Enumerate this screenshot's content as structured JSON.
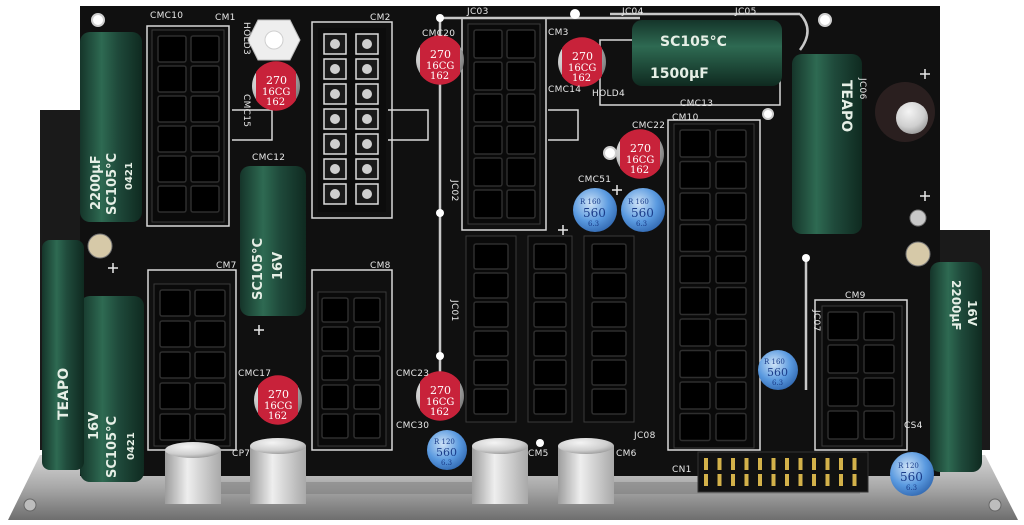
{
  "board": {
    "connectors": [
      {
        "id": "cm1",
        "label": "CM1",
        "pins": 12
      },
      {
        "id": "cm2",
        "label": "CM2",
        "pins": 14
      },
      {
        "id": "cm3",
        "label": "CM3",
        "pins": 12
      },
      {
        "id": "cm7",
        "label": "CM7",
        "pins": 10
      },
      {
        "id": "cm8",
        "label": "CM8",
        "pins": 10
      },
      {
        "id": "cm10",
        "label": "CM10",
        "pins": 20
      },
      {
        "id": "cm9",
        "label": "CM9",
        "pins": 8
      },
      {
        "id": "cp1",
        "label": "",
        "pins": 6
      },
      {
        "id": "cp2",
        "label": "",
        "pins": 6
      },
      {
        "id": "cp3",
        "label": "",
        "pins": 6
      }
    ],
    "silkscreen": {
      "cmc10": "CMC10",
      "cmc15": "CMC15",
      "cmc20": "CMC20",
      "cmc14": "CMC14",
      "cmc12": "CMC12",
      "cmc22": "CMC22",
      "cmc51": "CMC51",
      "cmc13": "CMC13",
      "cmc17": "CMC17",
      "cmc23": "CMC23",
      "cmc30": "CMC30",
      "hold3": "HOLD3",
      "hold4": "HOLD4",
      "jc01": "JC01",
      "jc02": "JC02",
      "jc03": "JC03",
      "jc04": "JC04",
      "jc05": "JC05",
      "jc06": "JC06",
      "jc07": "JC07",
      "jc08": "JC08",
      "cm5": "CM5",
      "cm6": "CM6",
      "cn1": "CN1",
      "cp7": "CP7",
      "cs4": "CS4"
    },
    "polymer_caps": {
      "value": "270",
      "rating": "16CG",
      "code": "162"
    },
    "blue_caps": {
      "series": "R 160",
      "value": "560",
      "voltage": "6.3"
    },
    "blue_caps_alt": {
      "series": "R 120",
      "value": "560",
      "voltage": "6.3"
    },
    "green_caps": {
      "brand": "TEAPO",
      "temp": "SC105°C",
      "capacitance_large": "2200µF",
      "voltage": "16V",
      "capacitance_mid": "1500µF",
      "date": "0421"
    },
    "colors": {
      "pcb": "#101010",
      "silkscreen": "#e8e8e8",
      "teapo_green": "#1f4a3b",
      "polymer_red": "#c8223a",
      "blue_cap": "#3a7fd0",
      "aluminum": "#c9c9c9"
    }
  }
}
